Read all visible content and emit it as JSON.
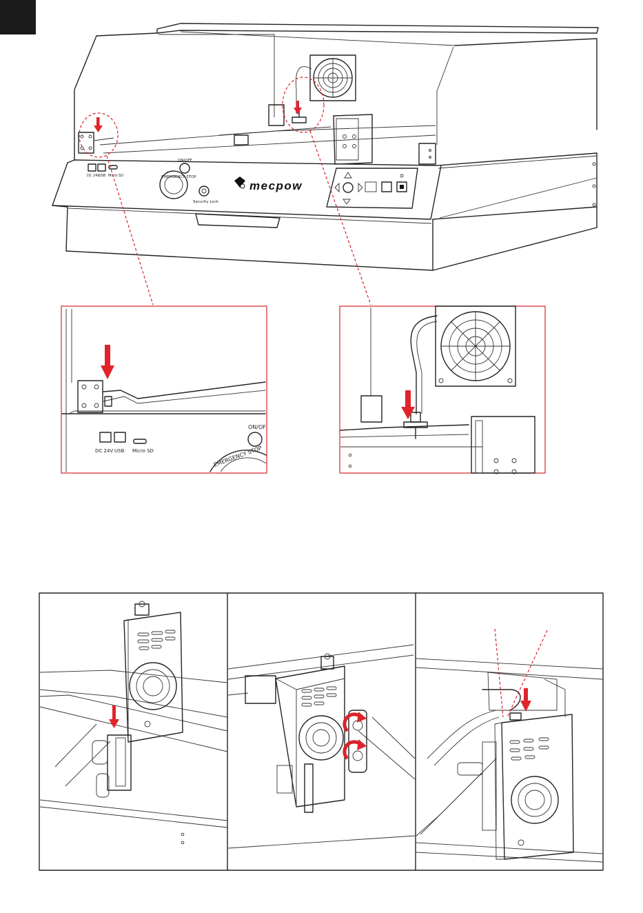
{
  "brand": "mecpow",
  "panel_labels": {
    "dc": "DC 24V",
    "usb": "USB",
    "sd": "Micro SD",
    "on_off": "ON/OFF",
    "estop": "EMERGENCY STOP",
    "security_lock": "Security Lock"
  },
  "detail_labels": {
    "dc": "DC 24V",
    "usb": "USB",
    "sd": "Micro SD",
    "on_off": "ON/OF",
    "estop": "EMERGENCY STOP"
  },
  "colors": {
    "accent": "#e0242b",
    "line": "#222222"
  }
}
